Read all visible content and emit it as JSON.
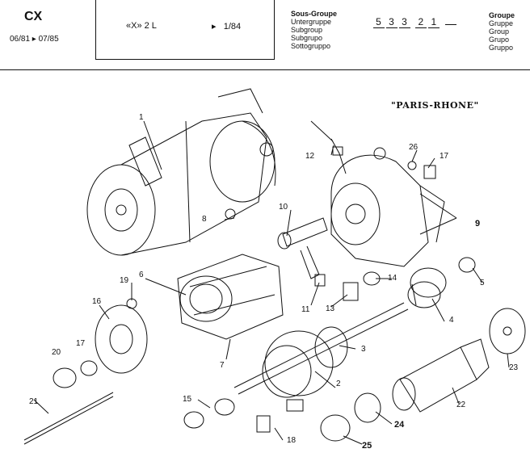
{
  "header": {
    "model": "CX",
    "dates": "06/81 ▸ 07/85",
    "engine": "«X» 2 L",
    "page_marker": "▸",
    "page": "1/84",
    "subgroup_labels": [
      "Sous-Groupe",
      "Untergruppe",
      "Subgroup",
      "Subgrupo",
      "Sottogruppo"
    ],
    "code_digits": [
      "5",
      "3",
      "3",
      "2",
      "1",
      ""
    ],
    "group_labels": [
      "Groupe",
      "Gruppe",
      "Group",
      "Grupo",
      "Gruppo"
    ]
  },
  "brand": "\"PARIS-RHONE\"",
  "callouts": [
    {
      "id": "1",
      "text": "1"
    },
    {
      "id": "2",
      "text": "2"
    },
    {
      "id": "3",
      "text": "3"
    },
    {
      "id": "4",
      "text": "4"
    },
    {
      "id": "5",
      "text": "5"
    },
    {
      "id": "6",
      "text": "6"
    },
    {
      "id": "7",
      "text": "7"
    },
    {
      "id": "8",
      "text": "8"
    },
    {
      "id": "9",
      "text": "9"
    },
    {
      "id": "10",
      "text": "10"
    },
    {
      "id": "11",
      "text": "11"
    },
    {
      "id": "12",
      "text": "12"
    },
    {
      "id": "13",
      "text": "13"
    },
    {
      "id": "14",
      "text": "14"
    },
    {
      "id": "15",
      "text": "15"
    },
    {
      "id": "16",
      "text": "16"
    },
    {
      "id": "17a",
      "text": "17"
    },
    {
      "id": "17b",
      "text": "17"
    },
    {
      "id": "18",
      "text": "18"
    },
    {
      "id": "19",
      "text": "19"
    },
    {
      "id": "20",
      "text": "20"
    },
    {
      "id": "21",
      "text": "21"
    },
    {
      "id": "22",
      "text": "22"
    },
    {
      "id": "23",
      "text": "23"
    },
    {
      "id": "24",
      "text": "24"
    },
    {
      "id": "25",
      "text": "25"
    },
    {
      "id": "26",
      "text": "26"
    }
  ]
}
